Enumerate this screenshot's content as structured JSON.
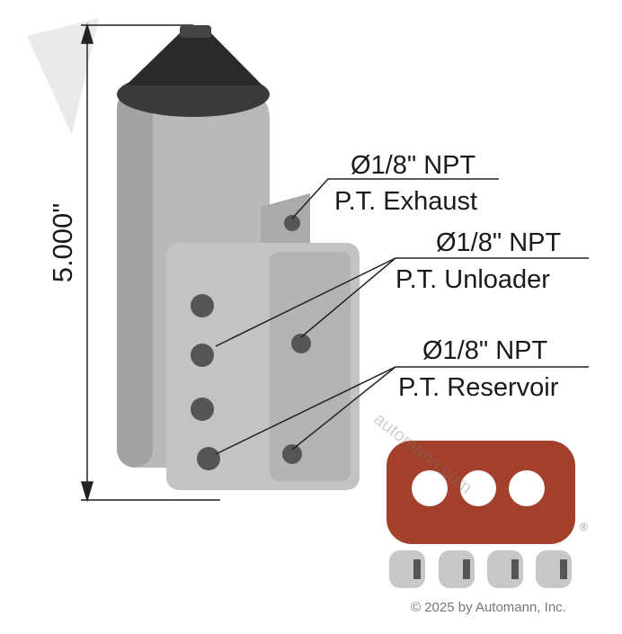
{
  "dimension": {
    "height_label": "5.000\""
  },
  "callouts": [
    {
      "size": "Ø1/8\" NPT",
      "port": "P.T. Exhaust"
    },
    {
      "size": "Ø1/8\" NPT",
      "port": "P.T. Unloader"
    },
    {
      "size": "Ø1/8\" NPT",
      "port": "P.T. Reservoir"
    }
  ],
  "watermark": "automann.com",
  "copyright": "© 2025 by Automann, Inc.",
  "colors": {
    "gasket": "#a3402c",
    "body": "#b9b9b7",
    "cap": "#2a2a2a"
  }
}
